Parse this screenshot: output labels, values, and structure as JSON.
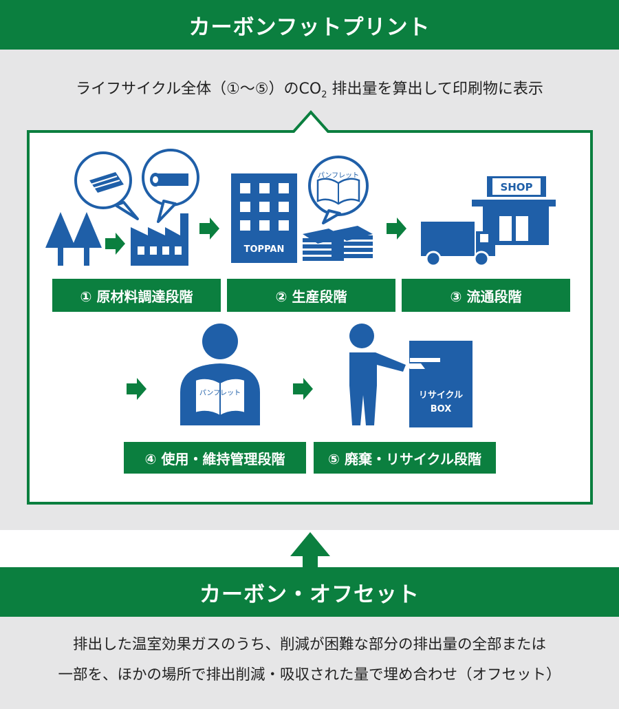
{
  "footprint": {
    "title": "カーボンフットプリント",
    "subtitle_before": "ライフサイクル全体（①〜⑤）のCO",
    "subtitle_sub": "2",
    "subtitle_after": " 排出量を算出して印刷物に表示"
  },
  "stages": [
    {
      "label": "① 原材料調達段階"
    },
    {
      "label": "② 生産段階"
    },
    {
      "label": "③ 流通段階"
    },
    {
      "label": "④ 使用・維持管理段階"
    },
    {
      "label": "⑤ 廃棄・リサイクル段階"
    }
  ],
  "icon_text": {
    "company": "TOPPAN",
    "pamphlet": "パンフレット",
    "shop": "SHOP",
    "recycle_line1": "リサイクル",
    "recycle_line2": "BOX"
  },
  "offset": {
    "title": "カーボン・オフセット",
    "line1": "排出した温室効果ガスのうち、削減が困難な部分の排出量の全部または",
    "line2": "一部を、ほかの場所で排出削減・吸収された量で埋め合わせ（オフセット）"
  },
  "colors": {
    "green": "#0b7f3f",
    "blue": "#1f5fa8",
    "gray": "#e6e6e7"
  }
}
